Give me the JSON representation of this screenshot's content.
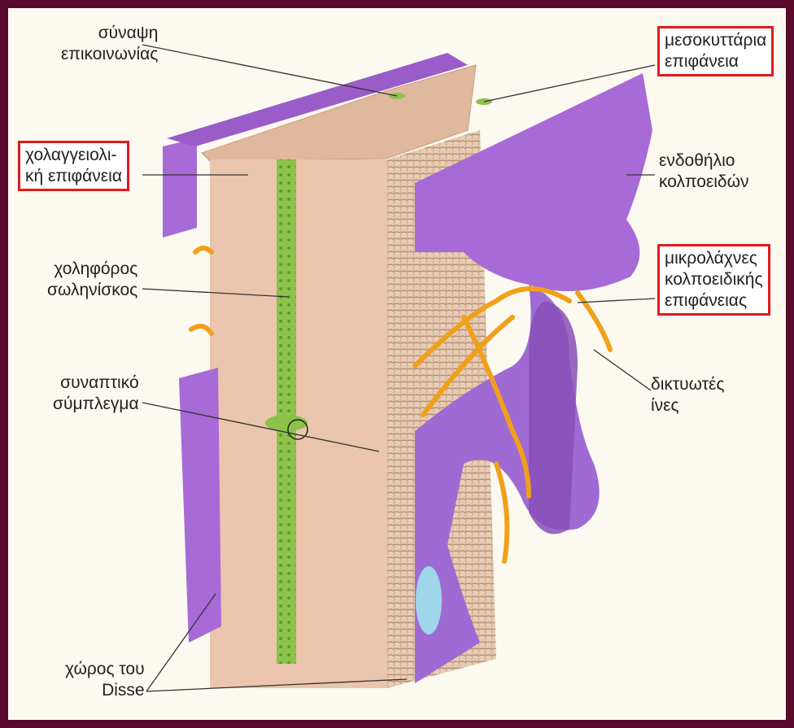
{
  "labels": {
    "synapsi": "σύναψη\nεπικοινωνίας",
    "mesokyttaria": "μεσοκυττάρια\nεπιφάνεια",
    "cholaggeioliki": "χολαγγειολι-\nκή επιφάνεια",
    "endothilio": "ενδοθήλιο\nκολποειδών",
    "choliforos": "χοληφόρος\nσωληνίσκος",
    "mikrolachnes": "μικρολάχνες\nκολποειδικής\nεπιφάνειας",
    "synaptiko": "συναπτικό\nσύμπλεγμα",
    "diktyotes": "δικτυωτές\nίνες",
    "choros": "χώρος του\nDisse"
  },
  "colors": {
    "frame": "#5a0a2a",
    "background": "#fbf9f0",
    "hepatocyte": "#ebc5ad",
    "hepatocyte_dark": "#d8ad91",
    "canaliculus": "#8cc24a",
    "endothelium": "#a86ad6",
    "endothelium_dark": "#8a4fb8",
    "reticular_fibers": "#f0a019",
    "highlight_box": "#e01b1b"
  }
}
